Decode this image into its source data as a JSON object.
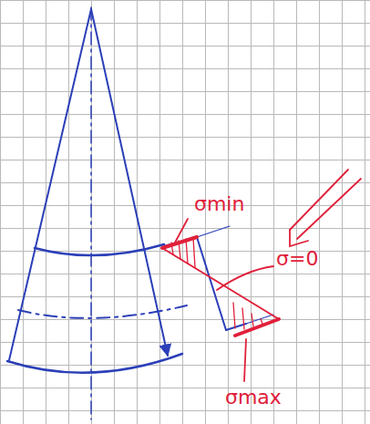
{
  "diagram": {
    "labels": [
      "σmin",
      "σ=0",
      "σmax"
    ]
  }
}
